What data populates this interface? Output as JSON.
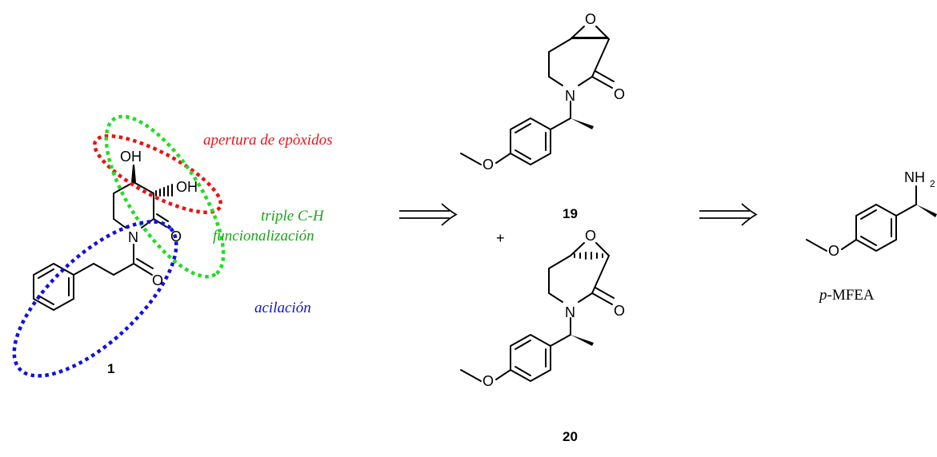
{
  "colors": {
    "epoxide_opening": "#e8141b",
    "ch_functionalization": "#1aa61a",
    "acylation": "#1414cc",
    "dash_red": "#ee1111",
    "dash_green": "#22dd22",
    "dash_blue": "#1111dd"
  },
  "annotations": {
    "epoxide_opening": "apertura de epòxidos",
    "ch_line1": "triple C-H",
    "ch_line2": "funcionalización",
    "acylation": "acilación"
  },
  "compounds": {
    "target": "1",
    "epoxide_a": "19",
    "epoxide_b": "20",
    "amine": "p-MFEA",
    "amine_prefix": "p",
    "amine_suffix": "-MFEA"
  },
  "atoms": {
    "oh": "OH",
    "n": "N",
    "o": "O",
    "nh": "NH",
    "nh_sub": "2"
  },
  "plus": "+"
}
